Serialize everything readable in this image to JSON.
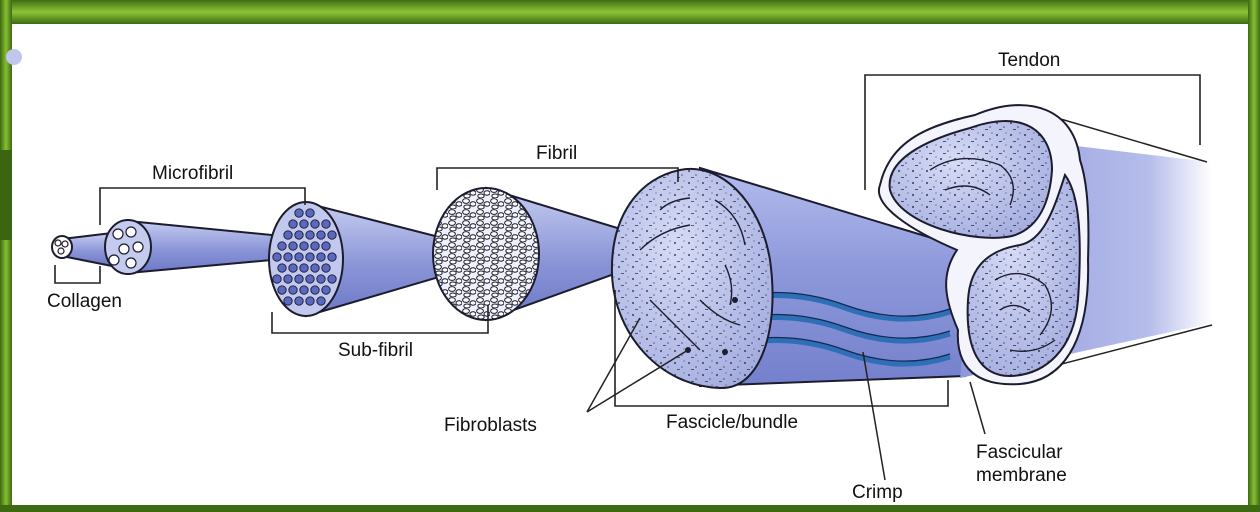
{
  "theme": {
    "frame_green": "#5f8a1f",
    "frame_dark": "#2f5a12",
    "frame_light": "#9acb3c",
    "tissue_blue": "#8d98dc",
    "tissue_light": "#c9cff2",
    "crimp_blue": "#2f6fb8",
    "bullet_color": "#b9c1ea"
  },
  "labels": {
    "collagen": "Collagen",
    "microfibril": "Microfibril",
    "sub_fibril": "Sub-fibril",
    "fibril": "Fibril",
    "fibroblasts": "Fibroblasts",
    "fascicle_bundle": "Fascicle/bundle",
    "crimp": "Crimp",
    "tendon": "Tendon",
    "fascicular_membrane": [
      "Fascicular",
      "membrane"
    ]
  }
}
